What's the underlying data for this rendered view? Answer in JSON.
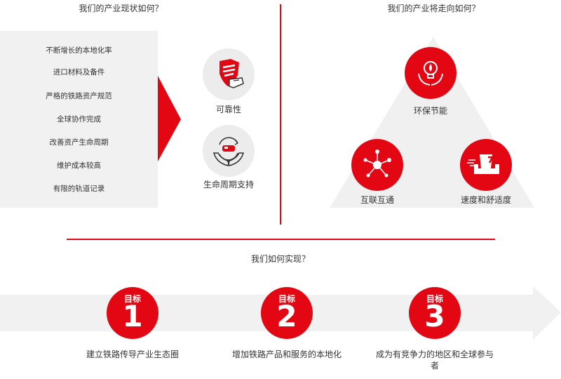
{
  "top_left": {
    "heading": "我们的产业现状如何？",
    "items": [
      "不断增长的本地化率",
      "进口材料及备件",
      "严格的铁路资产规范",
      "全球协作完成",
      "改善资产生命周期",
      "维护成本较高",
      "有限的轨道记录"
    ],
    "features": [
      {
        "label": "可靠性",
        "icon": "shield-hand-icon"
      },
      {
        "label": "生命周期支持",
        "icon": "train-cycle-hands-icon"
      }
    ]
  },
  "top_right": {
    "heading": "我们的产业将走向如何？",
    "features": [
      {
        "label": "环保节能",
        "icon": "lightbulb-leaf-hands-icon"
      },
      {
        "label": "互联互通",
        "icon": "network-nodes-icon"
      },
      {
        "label": "速度和舒适度",
        "icon": "seat-speed-icon"
      }
    ]
  },
  "bottom": {
    "heading": "我们如何实现？",
    "goals": [
      {
        "word": "目标",
        "number": "1",
        "label": "建立铁路传导产业生态圈"
      },
      {
        "word": "目标",
        "number": "2",
        "label": "增加铁路产品和服务的本地化"
      },
      {
        "word": "目标",
        "number": "3",
        "label": "成为有竞争力的地区和全球参与者"
      }
    ]
  },
  "colors": {
    "accent": "#e30613",
    "panel_gray": "#f1f1f1",
    "circle_gray": "#ececec",
    "text": "#333333"
  }
}
